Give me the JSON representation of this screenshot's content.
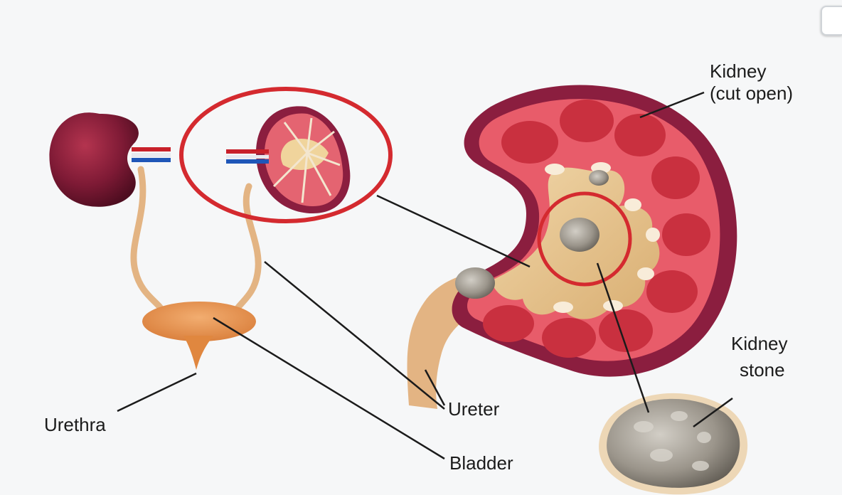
{
  "labels": {
    "kidney_cut_open_line1": "Kidney",
    "kidney_cut_open_line2": "(cut open)",
    "kidney_stone_line1": "Kidney",
    "kidney_stone_line2": "stone",
    "ureter": "Ureter",
    "urethra": "Urethra",
    "bladder": "Bladder"
  },
  "colors": {
    "background": "#f6f7f8",
    "highlight_circle": "#d42a2f",
    "kidney_outer": "#8b1e3f",
    "kidney_tissue": "#e85c6a",
    "renal_pelvis": "#e9c894",
    "bladder": "#e8914e",
    "stone": "#a8a39a",
    "leader_line": "#1b1b1b"
  }
}
